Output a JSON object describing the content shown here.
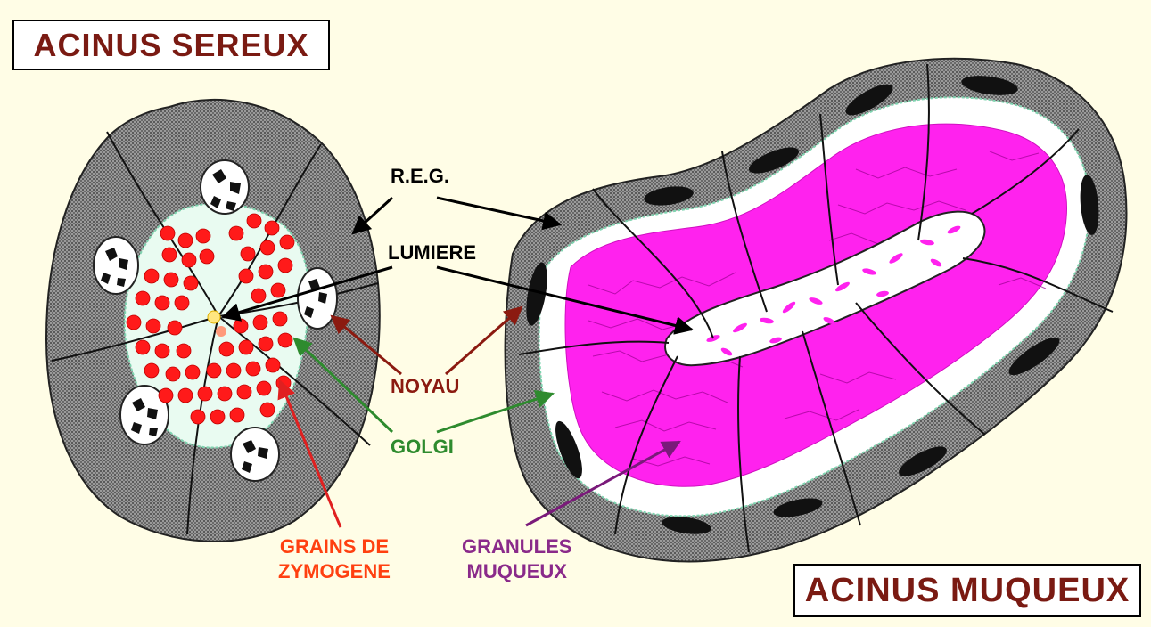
{
  "titles": {
    "serous_acinus": "ACINUS SEREUX",
    "mucous_acinus": "ACINUS MUQUEUX"
  },
  "labels": {
    "reg": "R.E.G.",
    "lumiere": "LUMIERE",
    "noyau": "NOYAU",
    "golgi": "GOLGI",
    "zymogen_line1": "GRAINS DE",
    "zymogen_line2": "ZYMOGENE",
    "mucous_line1": "GRANULES",
    "mucous_line2": "MUQUEUX"
  },
  "colors": {
    "background": "#fffde6",
    "title_text": "#7a1a12",
    "cytoplasm_gray": "#8c8c8c",
    "zymogen_red": "#ff1a1a",
    "mucus_magenta": "#ff22ee",
    "reg_arrow": "#000000",
    "noyau_arrow": "#8b1a10",
    "golgi_arrow": "#2e8b2e",
    "zymogen_arrow": "#e02020",
    "granule_arrow": "#7a1a7a",
    "zymogen_text": "#ff4010",
    "granule_text": "#8a2a8a"
  }
}
